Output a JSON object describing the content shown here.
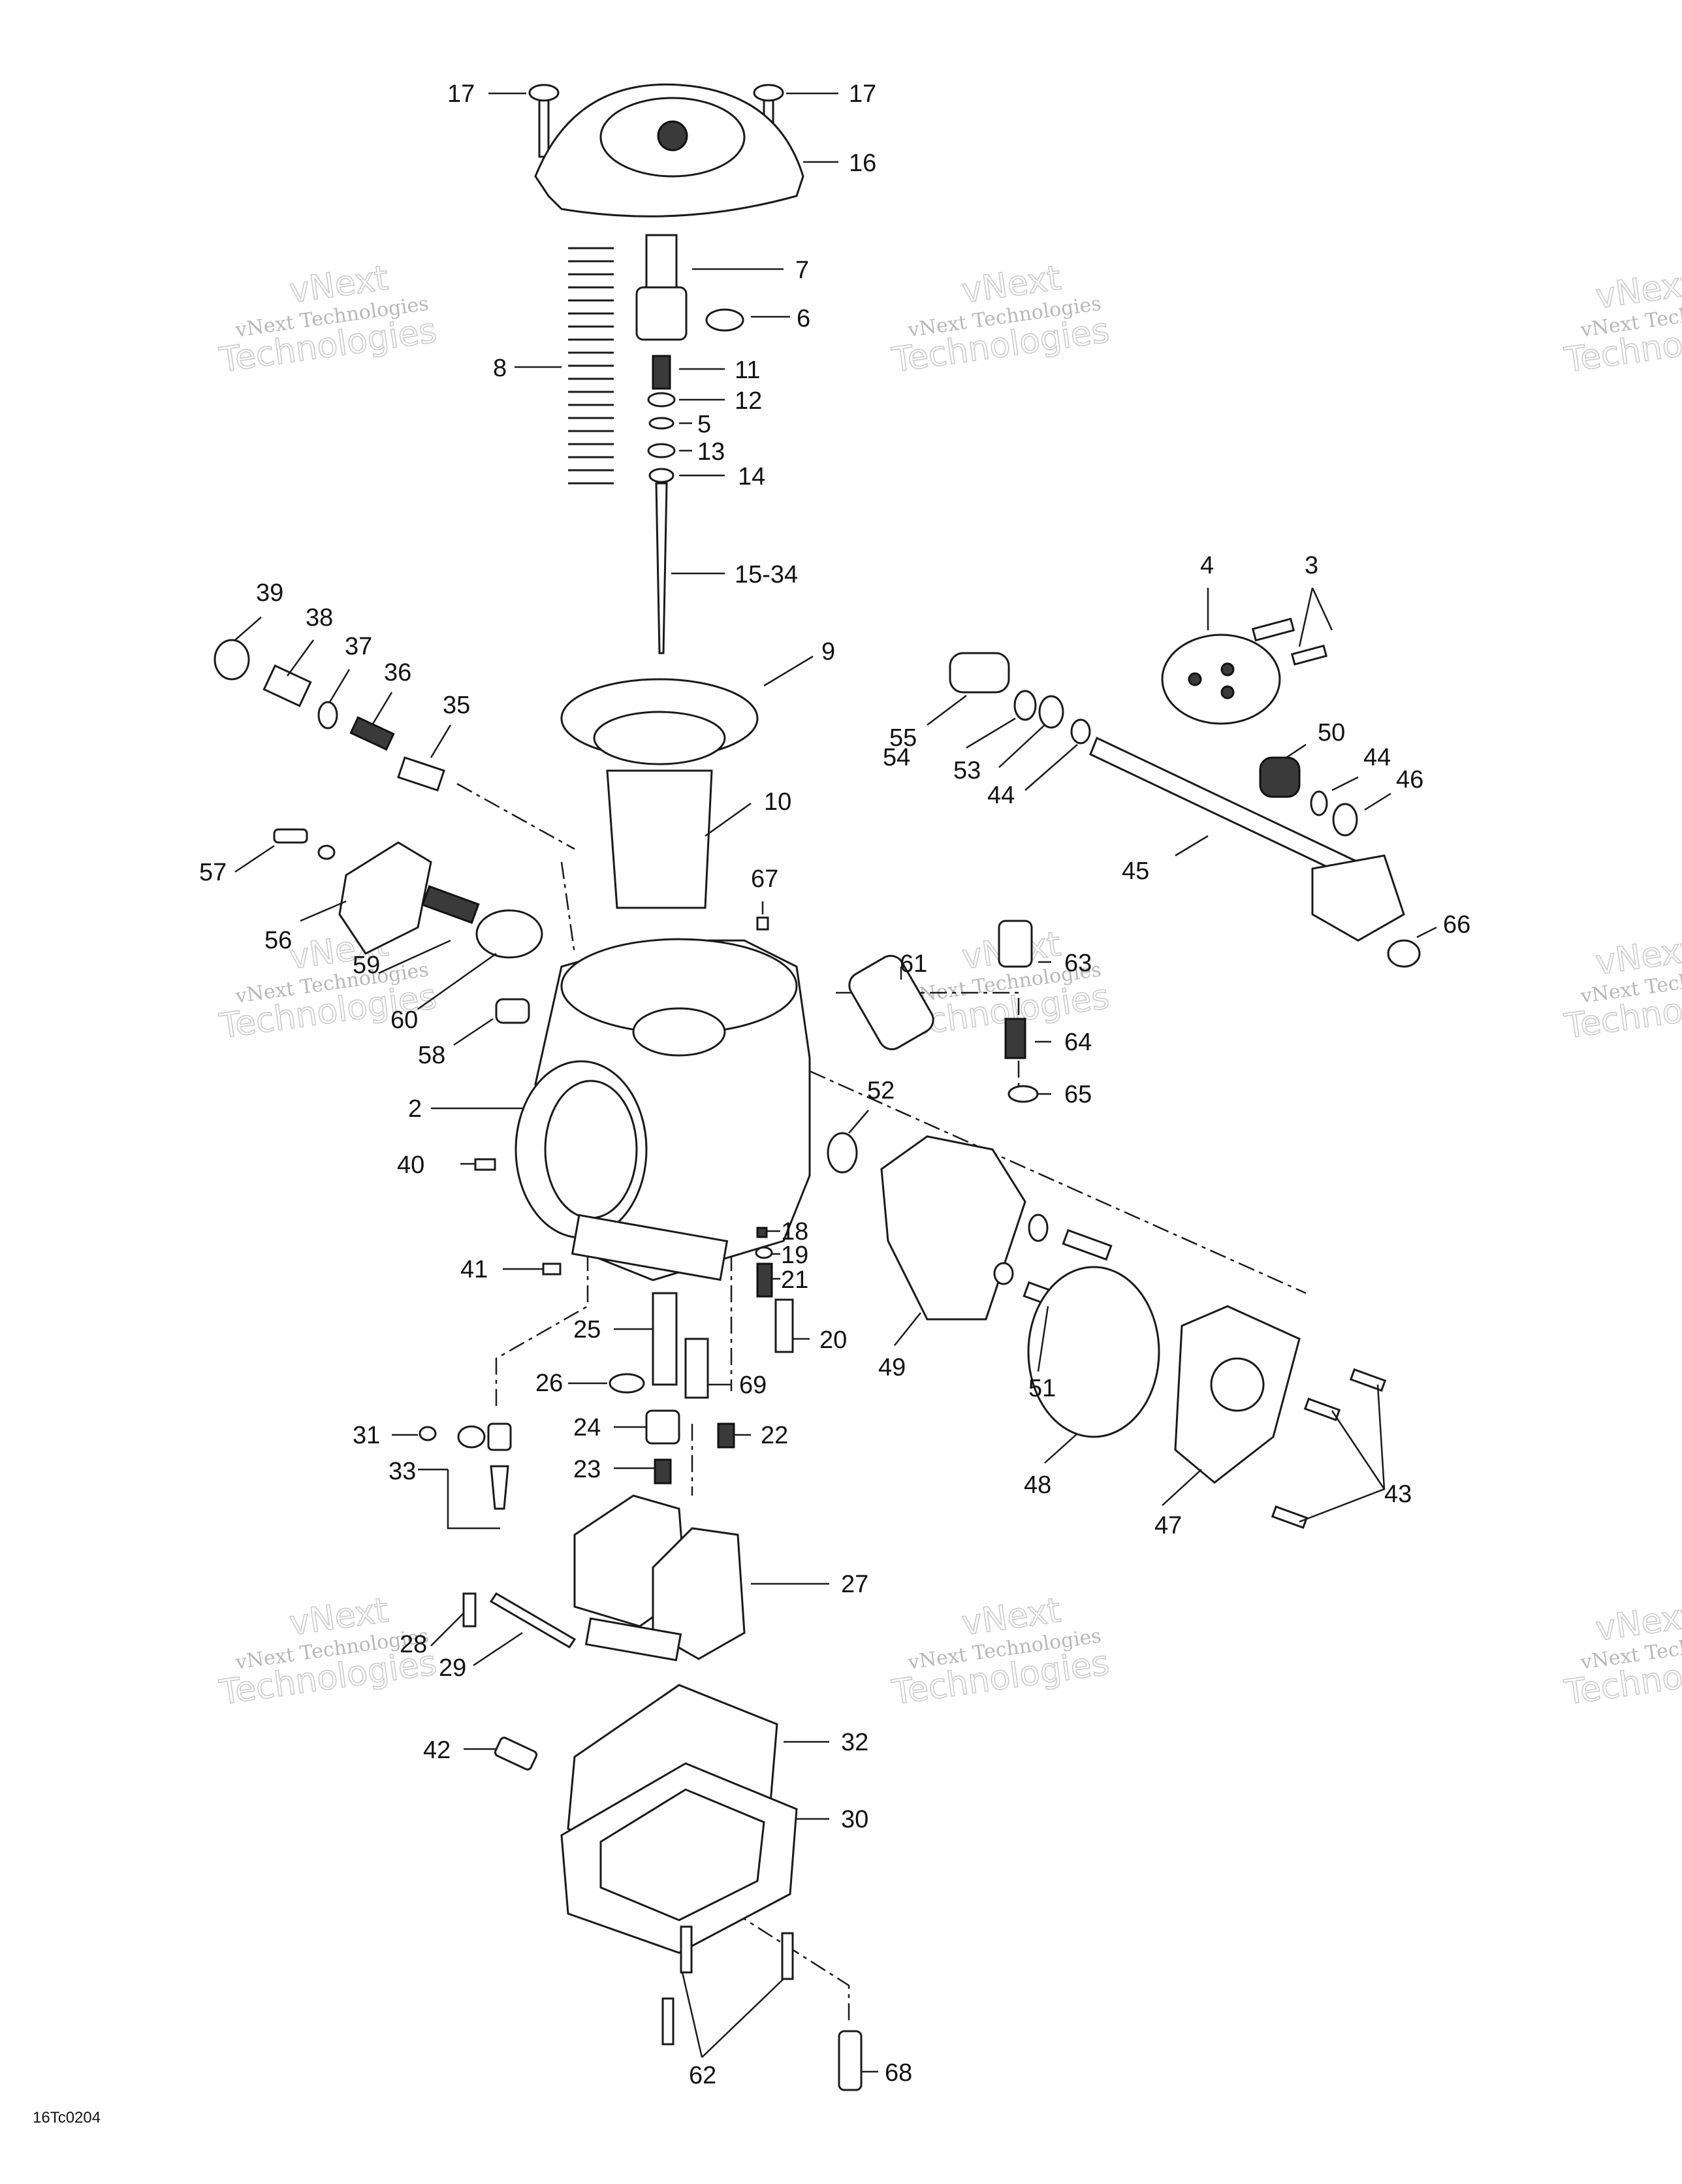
{
  "diagram": {
    "code": "16Tc0204",
    "watermark": {
      "line1": "vNext",
      "line2": "vNext Technologies",
      "line3": "Technologies"
    },
    "callouts": [
      {
        "id": "c17a",
        "text": "17"
      },
      {
        "id": "c17b",
        "text": "17"
      },
      {
        "id": "c16",
        "text": "16"
      },
      {
        "id": "c7",
        "text": "7"
      },
      {
        "id": "c6",
        "text": "6"
      },
      {
        "id": "c8",
        "text": "8"
      },
      {
        "id": "c11",
        "text": "11"
      },
      {
        "id": "c12",
        "text": "12"
      },
      {
        "id": "c5",
        "text": "5"
      },
      {
        "id": "c13",
        "text": "13"
      },
      {
        "id": "c14",
        "text": "14"
      },
      {
        "id": "c15",
        "text": "15-34"
      },
      {
        "id": "c9",
        "text": "9"
      },
      {
        "id": "c10",
        "text": "10"
      },
      {
        "id": "c39",
        "text": "39"
      },
      {
        "id": "c38",
        "text": "38"
      },
      {
        "id": "c37",
        "text": "37"
      },
      {
        "id": "c36",
        "text": "36"
      },
      {
        "id": "c35",
        "text": "35"
      },
      {
        "id": "c57",
        "text": "57"
      },
      {
        "id": "c56",
        "text": "56"
      },
      {
        "id": "c59",
        "text": "59"
      },
      {
        "id": "c60",
        "text": "60"
      },
      {
        "id": "c58",
        "text": "58"
      },
      {
        "id": "c67",
        "text": "67"
      },
      {
        "id": "c4",
        "text": "4"
      },
      {
        "id": "c3",
        "text": "3"
      },
      {
        "id": "c55",
        "text": "55"
      },
      {
        "id": "c54",
        "text": "54"
      },
      {
        "id": "c53",
        "text": "53"
      },
      {
        "id": "c44a",
        "text": "44"
      },
      {
        "id": "c50",
        "text": "50"
      },
      {
        "id": "c44b",
        "text": "44"
      },
      {
        "id": "c46",
        "text": "46"
      },
      {
        "id": "c45",
        "text": "45"
      },
      {
        "id": "c66",
        "text": "66"
      },
      {
        "id": "c61",
        "text": "61"
      },
      {
        "id": "c63",
        "text": "63"
      },
      {
        "id": "c64",
        "text": "64"
      },
      {
        "id": "c65",
        "text": "65"
      },
      {
        "id": "c52",
        "text": "52"
      },
      {
        "id": "c2",
        "text": "2"
      },
      {
        "id": "c40",
        "text": "40"
      },
      {
        "id": "c41",
        "text": "41"
      },
      {
        "id": "c18",
        "text": "18"
      },
      {
        "id": "c19",
        "text": "19"
      },
      {
        "id": "c21",
        "text": "21"
      },
      {
        "id": "c20",
        "text": "20"
      },
      {
        "id": "c49",
        "text": "49"
      },
      {
        "id": "c51",
        "text": "51"
      },
      {
        "id": "c25",
        "text": "25"
      },
      {
        "id": "c26",
        "text": "26"
      },
      {
        "id": "c69",
        "text": "69"
      },
      {
        "id": "c24",
        "text": "24"
      },
      {
        "id": "c22",
        "text": "22"
      },
      {
        "id": "c23",
        "text": "23"
      },
      {
        "id": "c31",
        "text": "31"
      },
      {
        "id": "c33",
        "text": "33"
      },
      {
        "id": "c48",
        "text": "48"
      },
      {
        "id": "c47",
        "text": "47"
      },
      {
        "id": "c43",
        "text": "43"
      },
      {
        "id": "c27",
        "text": "27"
      },
      {
        "id": "c28",
        "text": "28"
      },
      {
        "id": "c29",
        "text": "29"
      },
      {
        "id": "c42",
        "text": "42"
      },
      {
        "id": "c32",
        "text": "32"
      },
      {
        "id": "c30",
        "text": "30"
      },
      {
        "id": "c62",
        "text": "62"
      },
      {
        "id": "c68",
        "text": "68"
      }
    ]
  }
}
